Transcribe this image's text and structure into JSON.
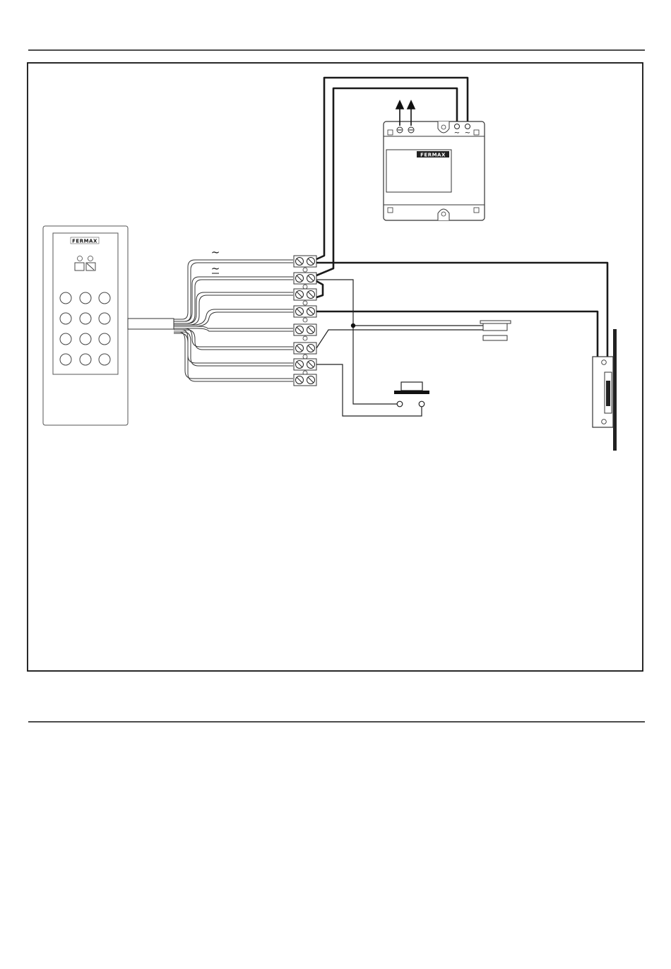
{
  "keypad": {
    "brand": "FERMAX",
    "led_count": 2,
    "keys": {
      "rows": 4,
      "columns": 3
    }
  },
  "power_supply": {
    "brand": "FERMAX",
    "output_arrows": 2,
    "ac_labels": [
      "~",
      "~"
    ]
  },
  "wire_labels": {
    "top_ac": "~",
    "second_ac": "~"
  },
  "terminal_block": {
    "terminals": 8
  },
  "components": [
    "keypad",
    "power-supply",
    "terminal-block",
    "sensor-contact",
    "push-button",
    "electric-lock"
  ],
  "colors": {
    "line": "#1a1a1a",
    "background": "#ffffff"
  }
}
